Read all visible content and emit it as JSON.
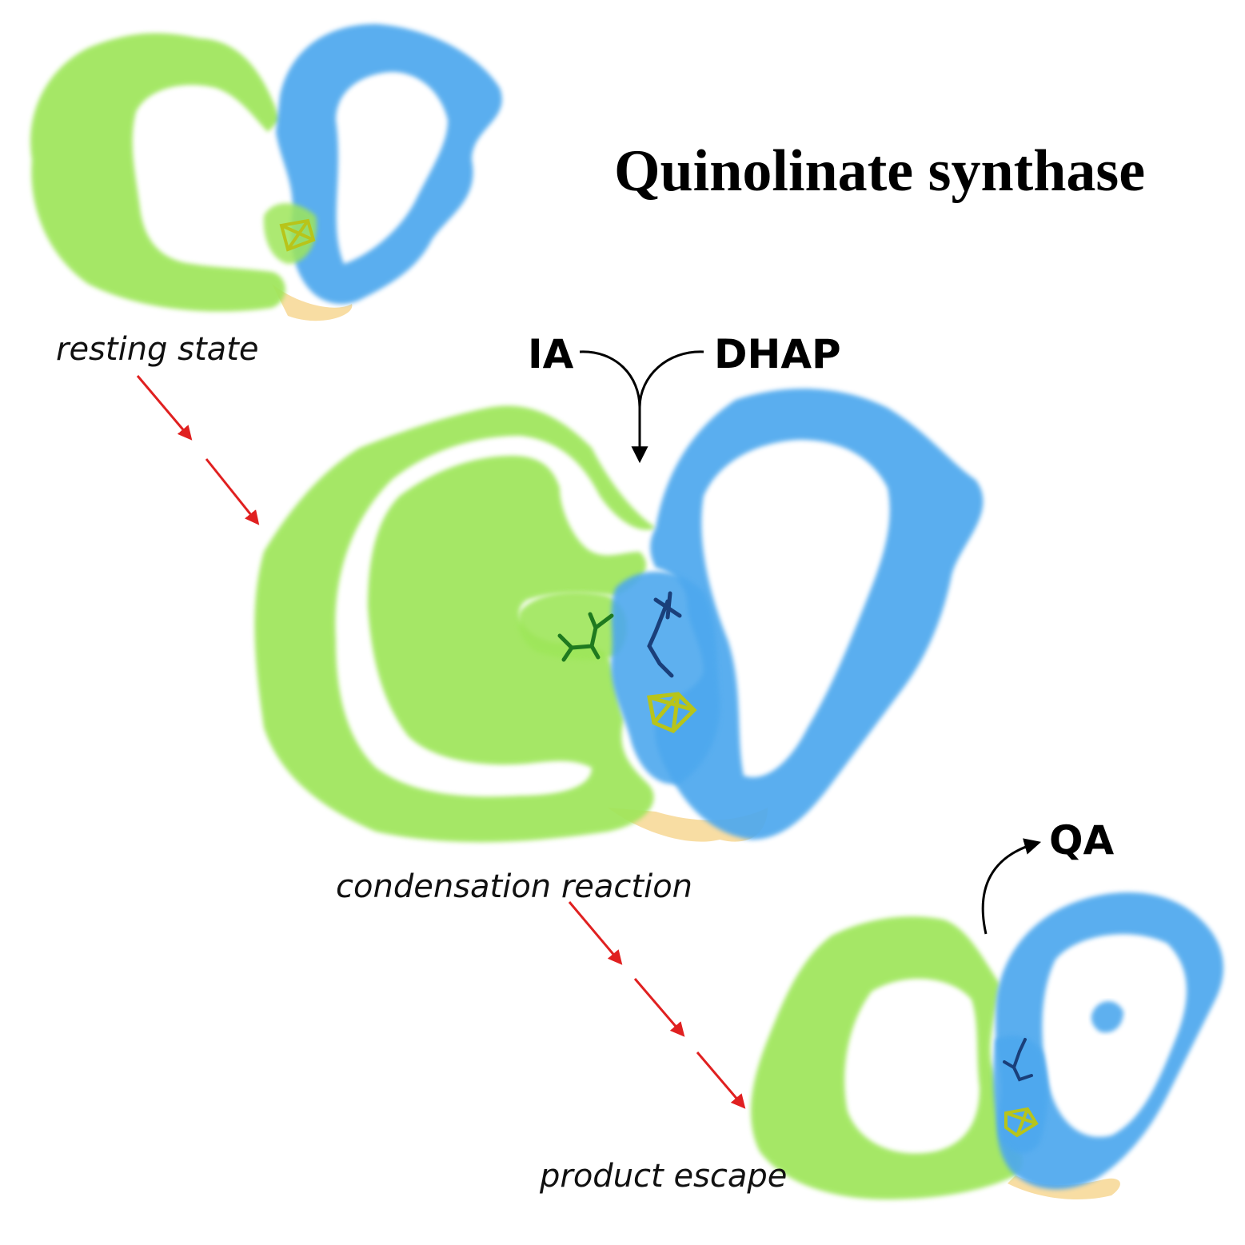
{
  "title": "Quinolinate synthase",
  "states": [
    {
      "caption": "resting state"
    },
    {
      "caption": "condensation reaction"
    },
    {
      "caption": "product escape"
    }
  ],
  "substrates": {
    "left": "IA",
    "right": "DHAP"
  },
  "product": "QA",
  "colors": {
    "domain_green": "#9EE65A",
    "domain_blue": "#4DA8EE",
    "domain_tan": "#F6D48C",
    "cluster": "#B8C41A",
    "ligand_green": "#1F7A1F",
    "ligand_blue": "#1A3F7A",
    "state_arrow": "#E02020",
    "flow_arrow": "#000000"
  }
}
